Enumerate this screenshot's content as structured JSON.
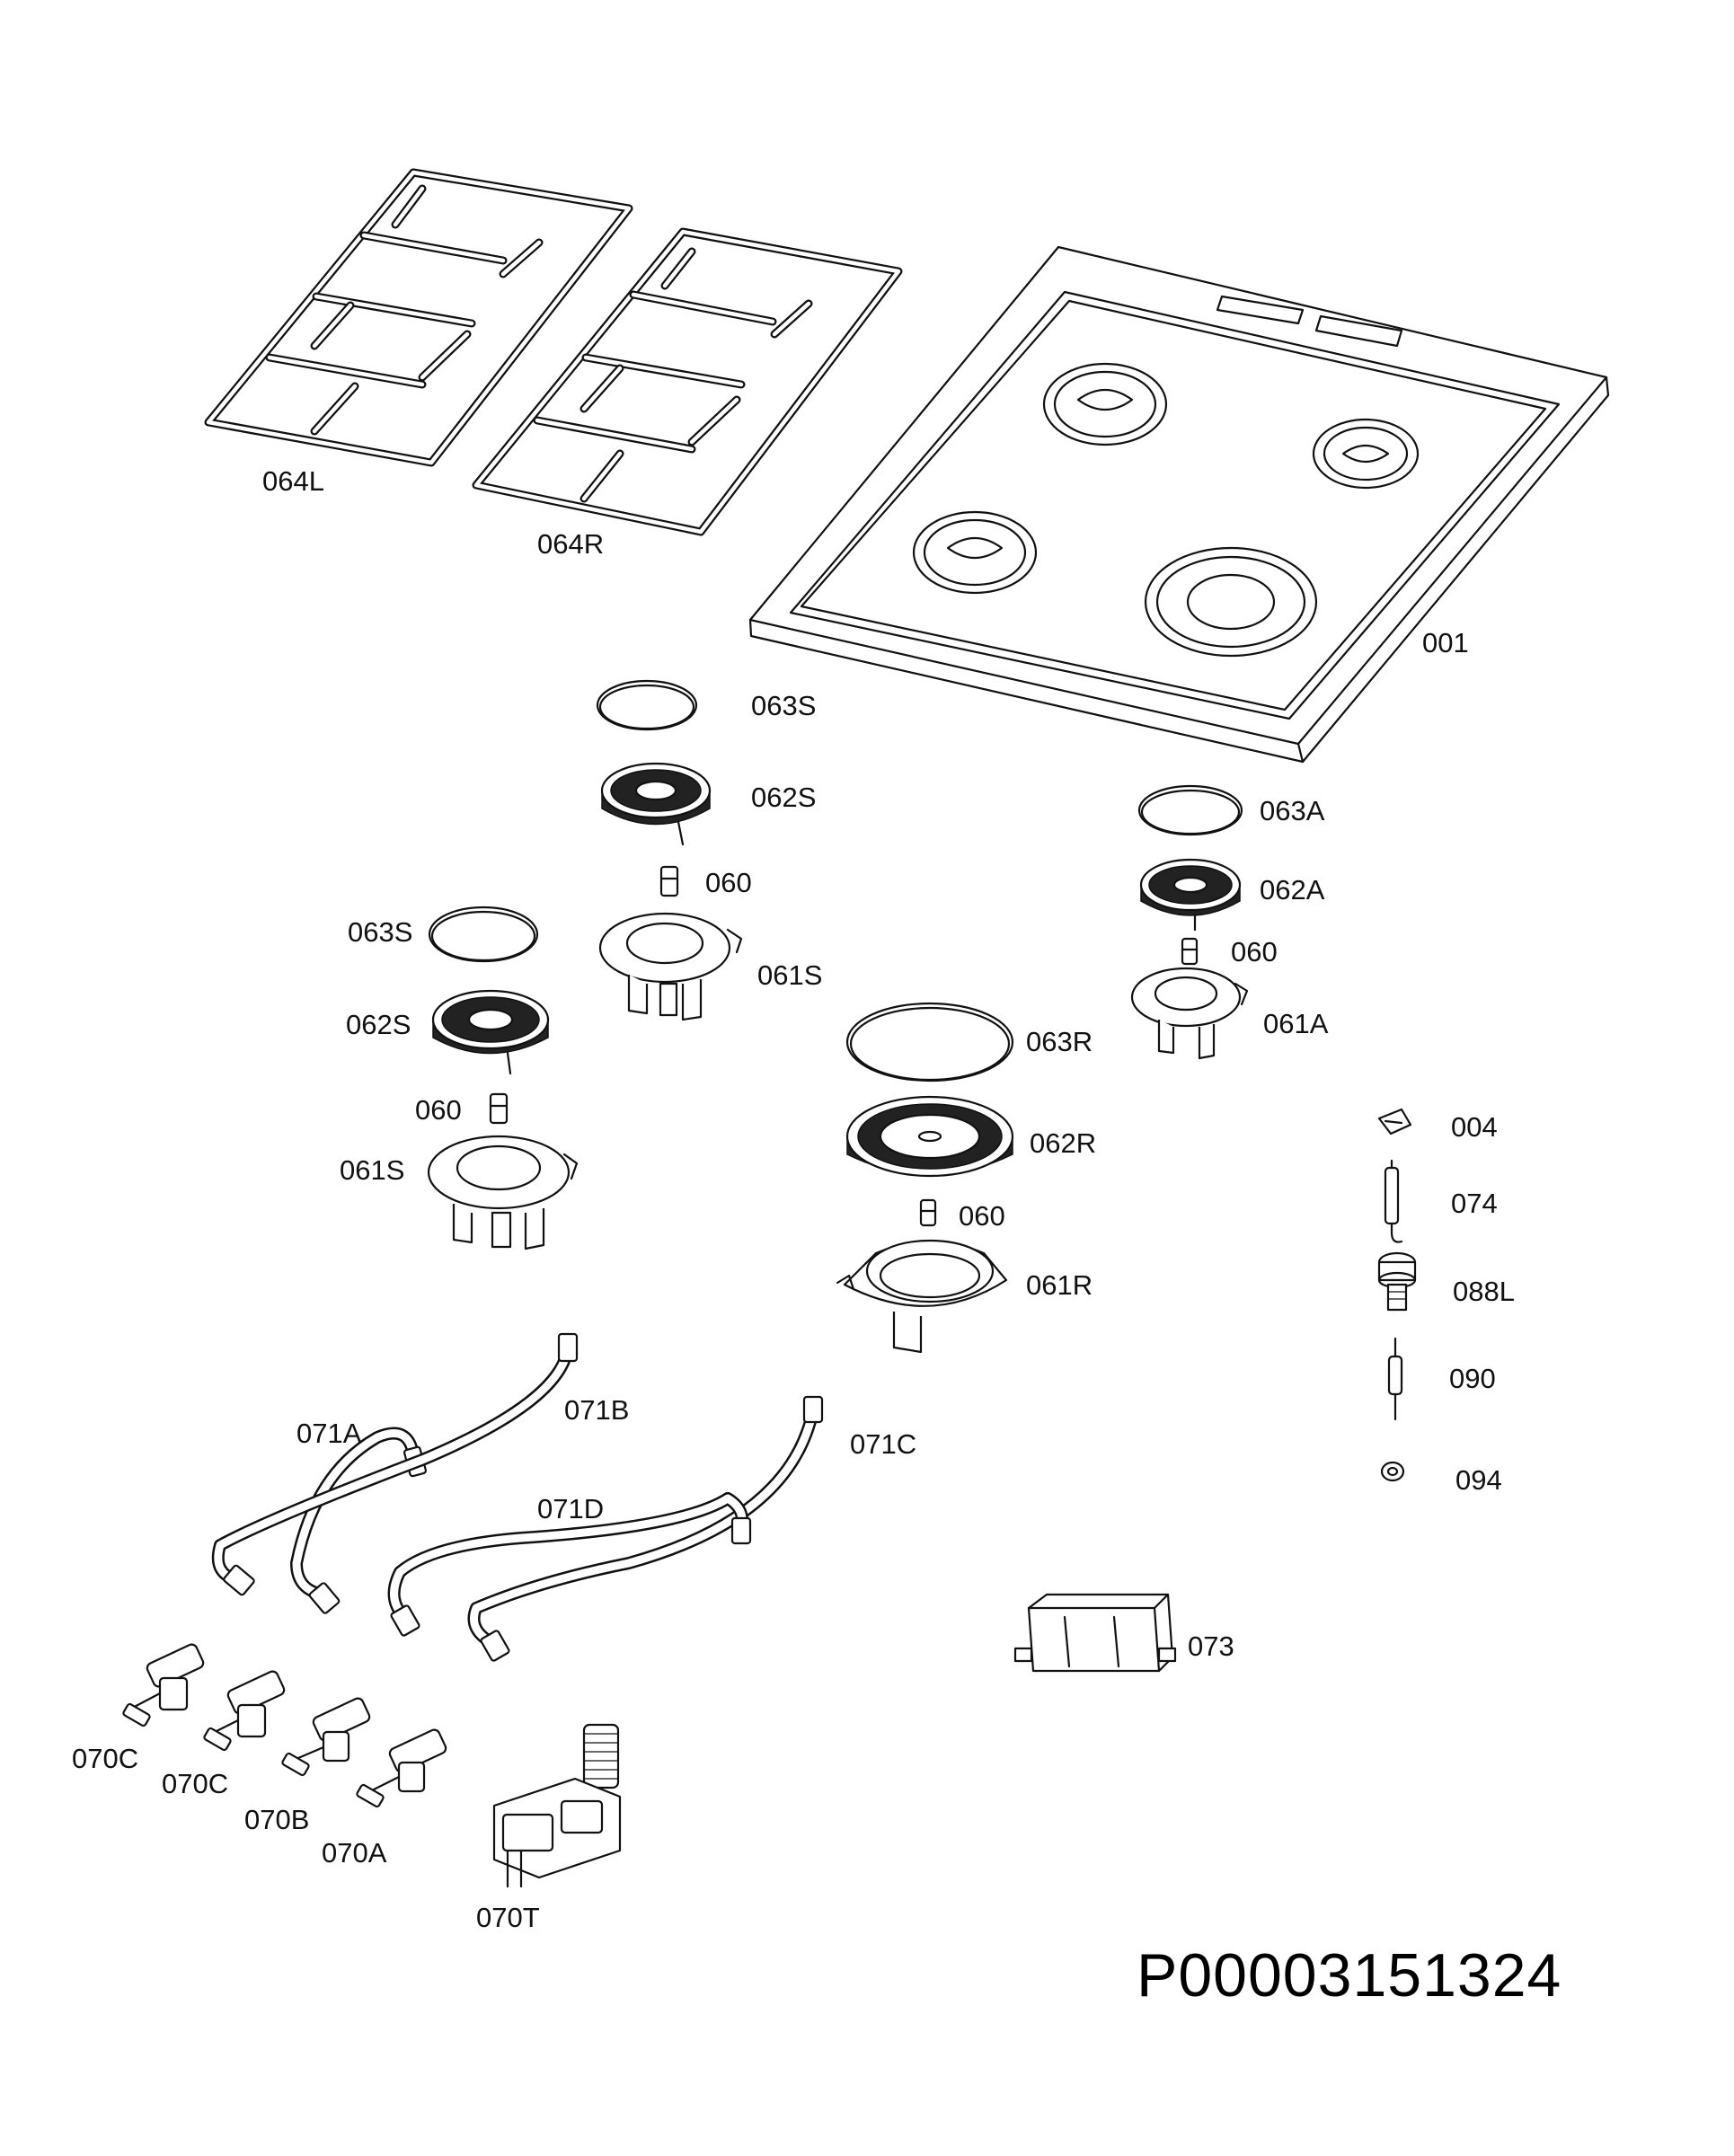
{
  "diagram": {
    "labels": {
      "l001": "001",
      "l064L": "064L",
      "l064R": "064R",
      "l063S_top": "063S",
      "l062S_top": "062S",
      "l060_top": "060",
      "l061S_top": "061S",
      "l063S_left": "063S",
      "l062S_left": "062S",
      "l060_left": "060",
      "l061S_left": "061S",
      "l063A": "063A",
      "l062A": "062A",
      "l060_a": "060",
      "l061A": "061A",
      "l063R": "063R",
      "l062R": "062R",
      "l060_r": "060",
      "l061R": "061R",
      "l004": "004",
      "l074": "074",
      "l088L": "088L",
      "l090": "090",
      "l094": "094",
      "l071A": "071A",
      "l071B": "071B",
      "l071C": "071C",
      "l071D": "071D",
      "l073": "073",
      "l070C_1": "070C",
      "l070C_2": "070C",
      "l070B": "070B",
      "l070A": "070A",
      "l070T": "070T"
    },
    "drawing_code": "P00003151324"
  }
}
